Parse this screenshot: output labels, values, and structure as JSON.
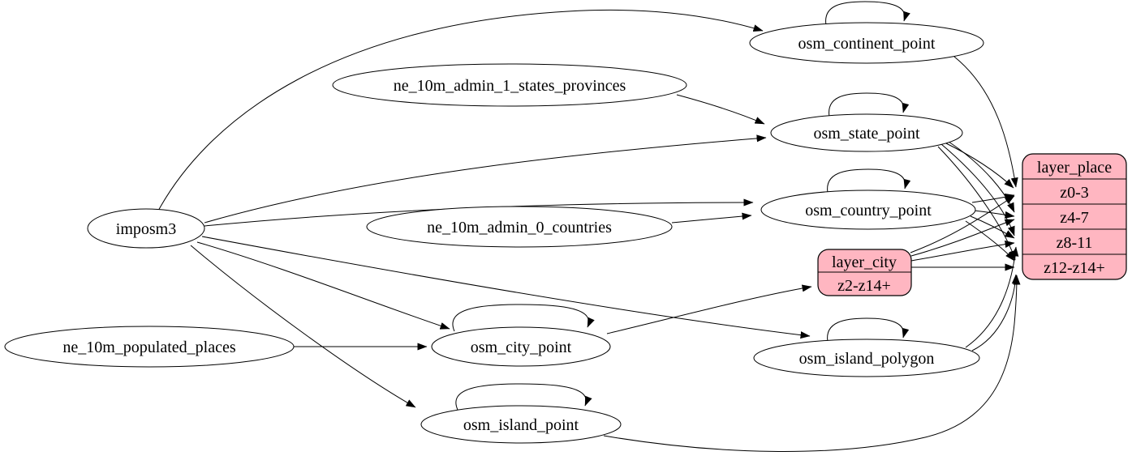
{
  "diagram": {
    "colors": {
      "background": "#ffffff",
      "edge": "#000000",
      "node_fill": "#ffffff",
      "node_stroke": "#000000",
      "record_fill": "#ffb6c1"
    },
    "nodes": {
      "imposm3": "imposm3",
      "ne_10m_admin_1_states_provinces": "ne_10m_admin_1_states_provinces",
      "ne_10m_admin_0_countries": "ne_10m_admin_0_countries",
      "ne_10m_populated_places": "ne_10m_populated_places",
      "osm_continent_point": "osm_continent_point",
      "osm_state_point": "osm_state_point",
      "osm_country_point": "osm_country_point",
      "osm_city_point": "osm_city_point",
      "osm_island_polygon": "osm_island_polygon",
      "osm_island_point": "osm_island_point"
    },
    "records": {
      "layer_place": {
        "title": "layer_place",
        "rows": [
          "z0-3",
          "z4-7",
          "z8-11",
          "z12-z14+"
        ]
      },
      "layer_city": {
        "title": "layer_city",
        "rows": [
          "z2-z14+"
        ]
      }
    },
    "edges": [
      {
        "from": "imposm3",
        "to": "osm_continent_point"
      },
      {
        "from": "imposm3",
        "to": "osm_state_point"
      },
      {
        "from": "imposm3",
        "to": "osm_country_point"
      },
      {
        "from": "imposm3",
        "to": "osm_city_point"
      },
      {
        "from": "imposm3",
        "to": "osm_island_polygon"
      },
      {
        "from": "imposm3",
        "to": "osm_island_point"
      },
      {
        "from": "ne_10m_admin_1_states_provinces",
        "to": "osm_state_point"
      },
      {
        "from": "ne_10m_admin_0_countries",
        "to": "osm_country_point"
      },
      {
        "from": "ne_10m_populated_places",
        "to": "osm_city_point"
      },
      {
        "from": "osm_continent_point",
        "to": "osm_continent_point"
      },
      {
        "from": "osm_state_point",
        "to": "osm_state_point"
      },
      {
        "from": "osm_country_point",
        "to": "osm_country_point"
      },
      {
        "from": "osm_city_point",
        "to": "osm_city_point"
      },
      {
        "from": "osm_island_polygon",
        "to": "osm_island_polygon"
      },
      {
        "from": "osm_island_point",
        "to": "osm_island_point"
      },
      {
        "from": "osm_city_point",
        "to": "layer_city:z2-z14+"
      },
      {
        "from": "layer_city",
        "to": "layer_place:z0-3"
      },
      {
        "from": "layer_city",
        "to": "layer_place:z4-7"
      },
      {
        "from": "layer_city",
        "to": "layer_place:z8-11"
      },
      {
        "from": "layer_city",
        "to": "layer_place:z12-z14+"
      },
      {
        "from": "osm_continent_point",
        "to": "layer_place:z0-3"
      },
      {
        "from": "osm_state_point",
        "to": "layer_place:z0-3"
      },
      {
        "from": "osm_state_point",
        "to": "layer_place:z4-7"
      },
      {
        "from": "osm_state_point",
        "to": "layer_place:z8-11"
      },
      {
        "from": "osm_state_point",
        "to": "layer_place:z12-z14+"
      },
      {
        "from": "osm_country_point",
        "to": "layer_place:z0-3"
      },
      {
        "from": "osm_country_point",
        "to": "layer_place:z4-7"
      },
      {
        "from": "osm_country_point",
        "to": "layer_place:z8-11"
      },
      {
        "from": "osm_country_point",
        "to": "layer_place:z12-z14+"
      },
      {
        "from": "osm_island_polygon",
        "to": "layer_place:z8-11"
      },
      {
        "from": "osm_island_polygon",
        "to": "layer_place:z12-z14+"
      },
      {
        "from": "osm_island_point",
        "to": "layer_place:z12-z14+"
      }
    ]
  }
}
